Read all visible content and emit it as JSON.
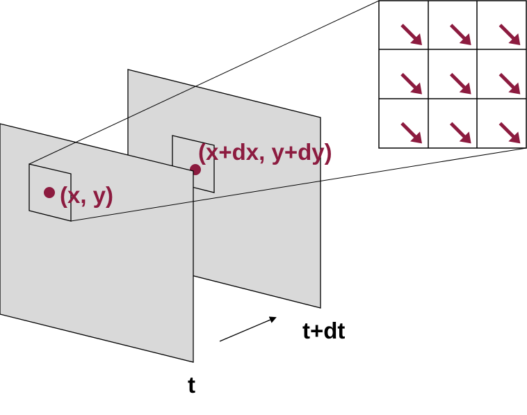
{
  "colors": {
    "accent": "#8c1b3f",
    "frame_fill": "#d9d9d9",
    "stroke": "#000000",
    "background": "#ffffff"
  },
  "labels": {
    "point_t": "(x, y)",
    "point_t_dt": "(x+dx, y+dy)",
    "time_t": "t",
    "time_t_dt": "t+dt"
  },
  "flow_grid": {
    "rows": 3,
    "cols": 3,
    "arrow_direction": "down-right"
  },
  "icons": {
    "flow_arrow": "arrow-down-right-icon",
    "time_arrow": "arrow-up-right-icon",
    "point": "dot-icon"
  }
}
